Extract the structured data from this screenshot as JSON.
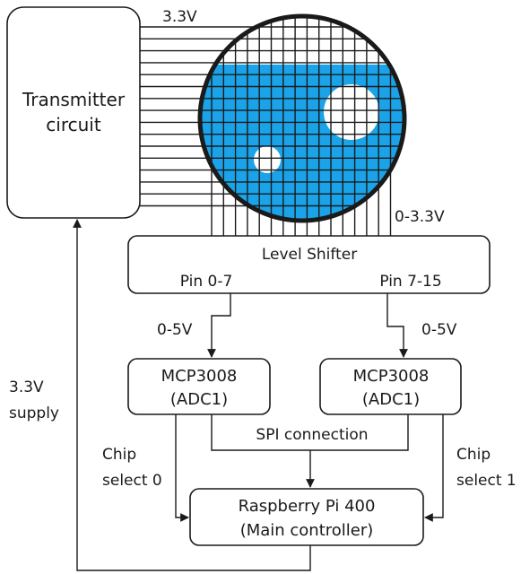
{
  "boxes": {
    "transmitter": {
      "line1": "Transmitter",
      "line2": "circuit"
    },
    "level_shifter": {
      "title": "Level Shifter",
      "pin_left": "Pin 0-7",
      "pin_right": "Pin 7-15"
    },
    "adc_left": {
      "line1": "MCP3008",
      "line2": "(ADC1)"
    },
    "adc_right": {
      "line1": "MCP3008",
      "line2": "(ADC1)"
    },
    "controller": {
      "line1": "Raspberry Pi 400",
      "line2": "(Main controller)"
    }
  },
  "labels": {
    "top_voltage": "3.3V",
    "sensor_voltage": "0-3.3V",
    "left_voltage": "0-5V",
    "right_voltage": "0-5V",
    "spi": "SPI connection",
    "cs0_line1": "Chip",
    "cs0_line2": "select 0",
    "cs1_line1": "Chip",
    "cs1_line2": "select 1",
    "supply_line1": "3.3V",
    "supply_line2": "supply"
  },
  "colors": {
    "water_fill": "#1aa3e8",
    "outline": "#1a1a1a",
    "background": "#ffffff"
  }
}
